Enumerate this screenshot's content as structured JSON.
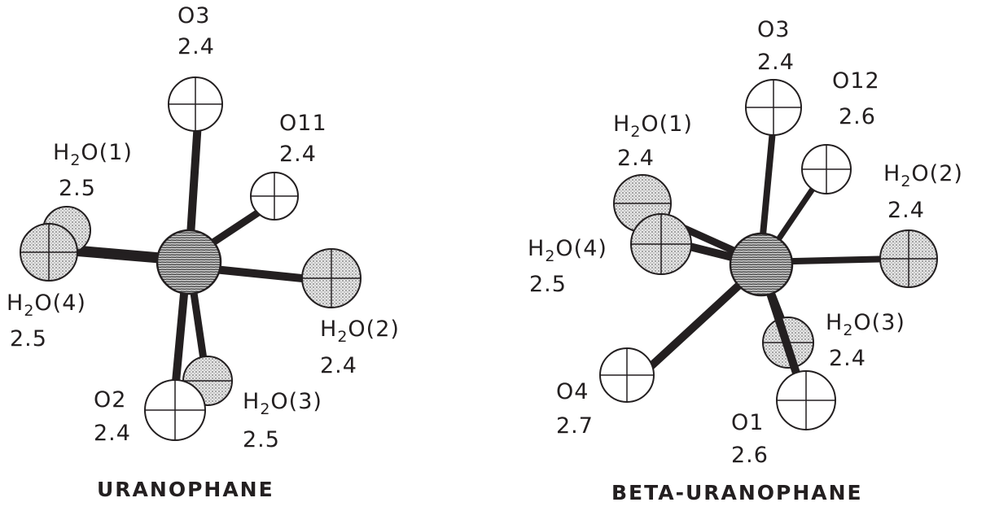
{
  "colors": {
    "ink": "#231f20",
    "paper": "#ffffff",
    "water_stipple": "#9a9a9a"
  },
  "panels": [
    {
      "id": "uranophane",
      "title": "URANOPHANE",
      "atoms": [
        {
          "id": "O3",
          "name": "O",
          "index": "3",
          "value": "2.4",
          "kind": "oxygen"
        },
        {
          "id": "O11",
          "name": "O",
          "index": "11",
          "value": "2.4",
          "kind": "oxygen"
        },
        {
          "id": "H2O1",
          "name": "H",
          "index": "2",
          "suffix": "O(1)",
          "value": "2.5",
          "kind": "water"
        },
        {
          "id": "H2O4",
          "name": "H",
          "index": "2",
          "suffix": "O(4)",
          "value": "2.5",
          "kind": "water"
        },
        {
          "id": "H2O2",
          "name": "H",
          "index": "2",
          "suffix": "O(2)",
          "value": "2.4",
          "kind": "water"
        },
        {
          "id": "O2",
          "name": "O",
          "index": "2",
          "value": "2.4",
          "kind": "oxygen"
        },
        {
          "id": "H2O3",
          "name": "H",
          "index": "2",
          "suffix": "O(3)",
          "value": "2.5",
          "kind": "water"
        }
      ]
    },
    {
      "id": "beta-uranophane",
      "title": "BETA-URANOPHANE",
      "atoms": [
        {
          "id": "O3",
          "name": "O",
          "index": "3",
          "value": "2.4",
          "kind": "oxygen"
        },
        {
          "id": "O12",
          "name": "O",
          "index": "12",
          "value": "2.6",
          "kind": "oxygen"
        },
        {
          "id": "H2O1",
          "name": "H",
          "index": "2",
          "suffix": "O(1)",
          "value": "2.4",
          "kind": "water"
        },
        {
          "id": "H2O2",
          "name": "H",
          "index": "2",
          "suffix": "O(2)",
          "value": "2.4",
          "kind": "water"
        },
        {
          "id": "H2O4",
          "name": "H",
          "index": "2",
          "suffix": "O(4)",
          "value": "2.5",
          "kind": "water"
        },
        {
          "id": "H2O3",
          "name": "H",
          "index": "2",
          "suffix": "O(3)",
          "value": "2.4",
          "kind": "water"
        },
        {
          "id": "O4",
          "name": "O",
          "index": "4",
          "value": "2.7",
          "kind": "oxygen"
        },
        {
          "id": "O1",
          "name": "O",
          "index": "1",
          "value": "2.6",
          "kind": "oxygen"
        }
      ]
    }
  ]
}
